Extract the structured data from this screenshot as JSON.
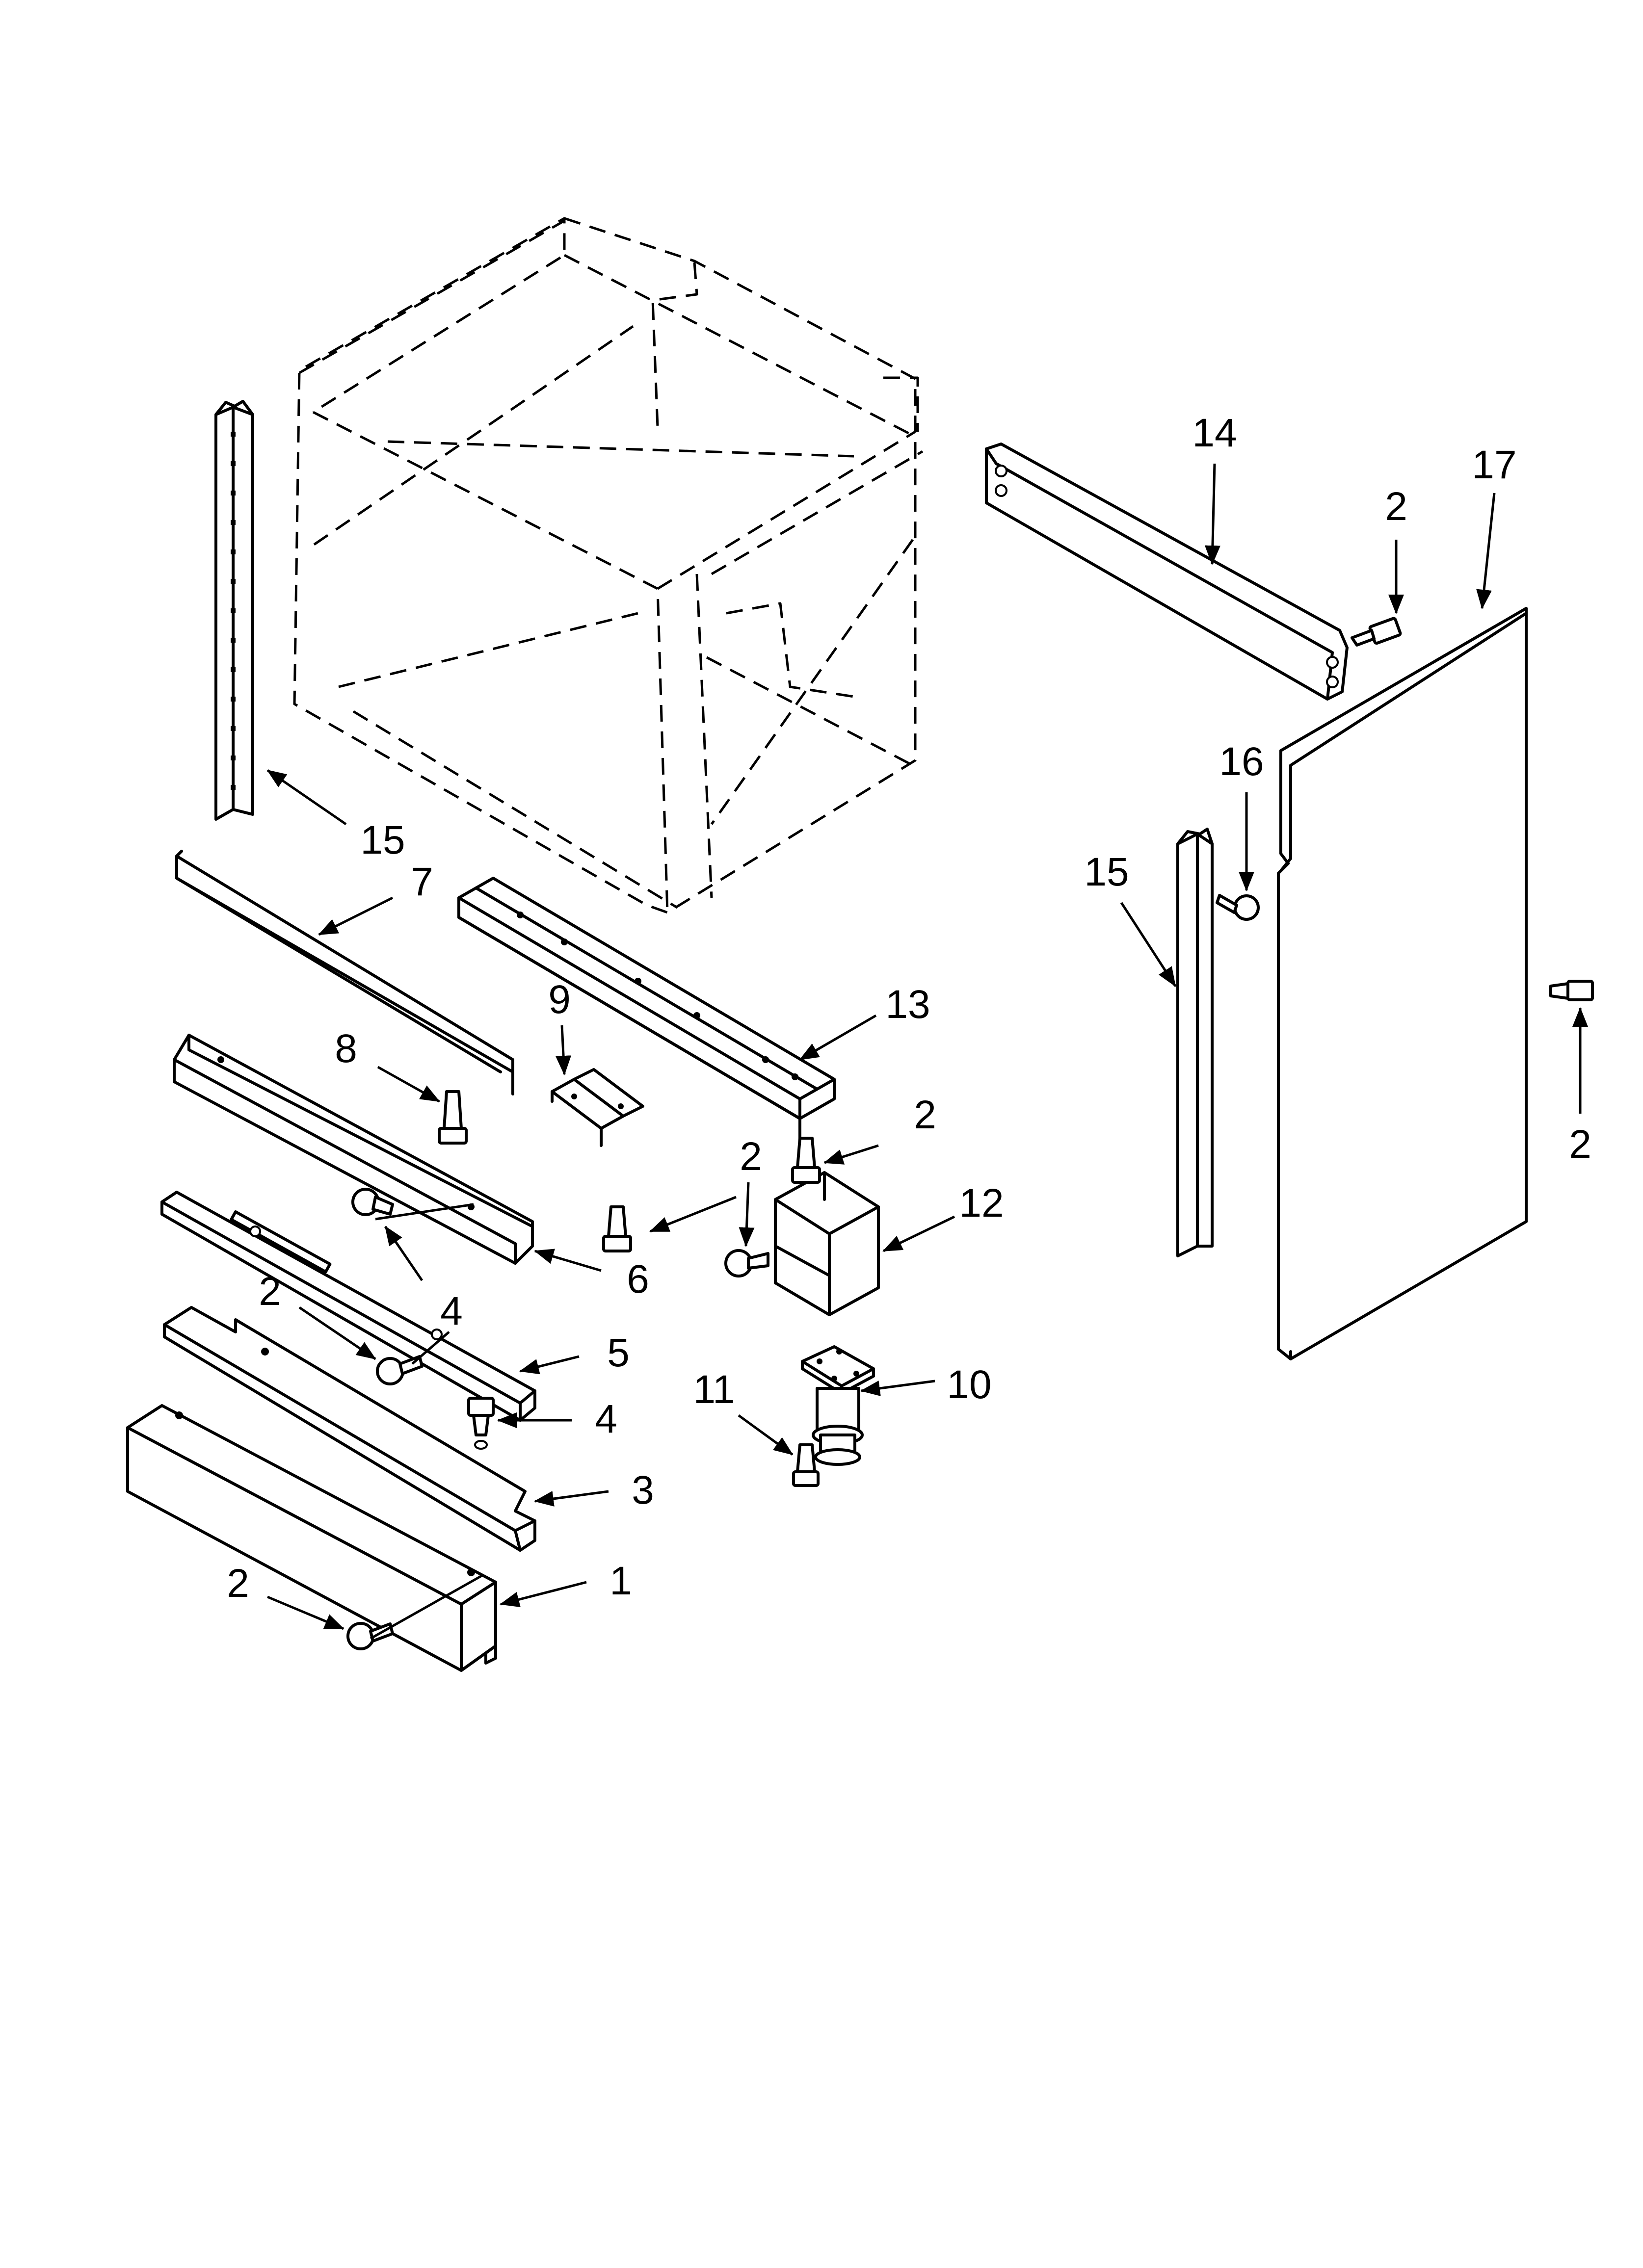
{
  "diagram": {
    "callouts": [
      {
        "id": "c14",
        "text": "14"
      },
      {
        "id": "c17",
        "text": "17"
      },
      {
        "id": "c2-bracket",
        "text": "2"
      },
      {
        "id": "c16",
        "text": "16"
      },
      {
        "id": "c15-right",
        "text": "15"
      },
      {
        "id": "c2-side",
        "text": "2"
      },
      {
        "id": "c15-left",
        "text": "15"
      },
      {
        "id": "c7",
        "text": "7"
      },
      {
        "id": "c13",
        "text": "13"
      },
      {
        "id": "c8",
        "text": "8"
      },
      {
        "id": "c9",
        "text": "9"
      },
      {
        "id": "c2-rail",
        "text": "2"
      },
      {
        "id": "c2-mid",
        "text": "2"
      },
      {
        "id": "c12",
        "text": "12"
      },
      {
        "id": "c6",
        "text": "6"
      },
      {
        "id": "c2-left",
        "text": "2"
      },
      {
        "id": "c4-upper",
        "text": "4"
      },
      {
        "id": "c5",
        "text": "5"
      },
      {
        "id": "c11",
        "text": "11"
      },
      {
        "id": "c10",
        "text": "10"
      },
      {
        "id": "c4-lower",
        "text": "4"
      },
      {
        "id": "c3",
        "text": "3"
      },
      {
        "id": "c2-bottom",
        "text": "2"
      },
      {
        "id": "c1",
        "text": "1"
      }
    ]
  }
}
